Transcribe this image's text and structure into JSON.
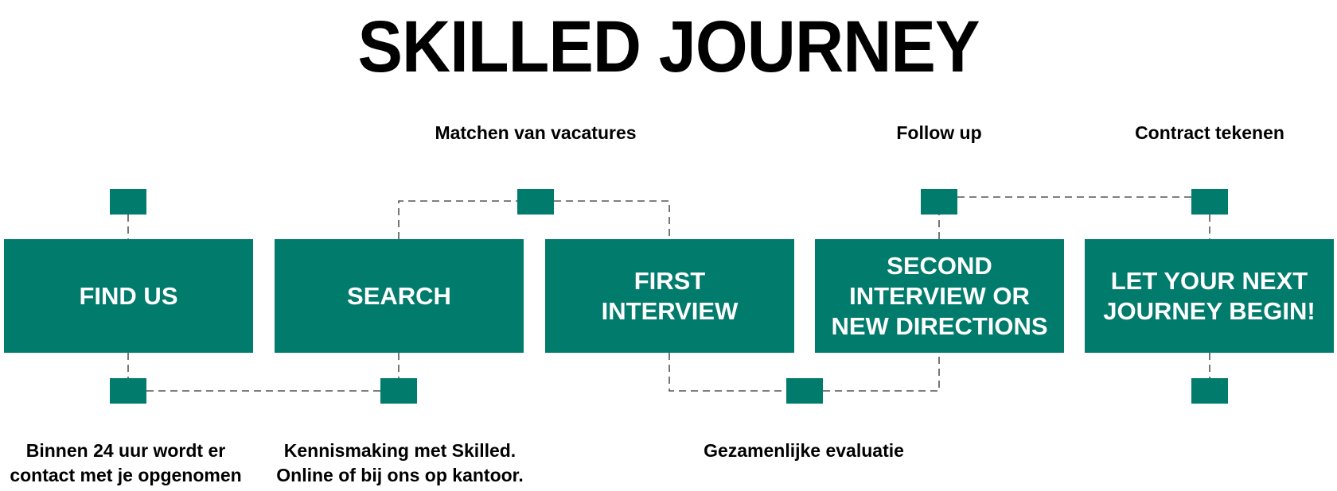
{
  "title": "SKILLED JOURNEY",
  "steps": [
    {
      "label": "FIND US"
    },
    {
      "label": "SEARCH"
    },
    {
      "label": "FIRST\nINTERVIEW"
    },
    {
      "label": "SECOND\nINTERVIEW OR\nNEW DIRECTIONS"
    },
    {
      "label": "LET YOUR NEXT\nJOURNEY BEGIN!"
    }
  ],
  "top_labels": [
    {
      "text": "Matchen van vacatures"
    },
    {
      "text": "Follow up"
    },
    {
      "text": "Contract tekenen"
    }
  ],
  "bottom_labels": [
    {
      "text": "Binnen 24 uur wordt er\ncontact met je opgenomen"
    },
    {
      "text": "Kennismaking met Skilled.\nOnline of bij ons op kantoor."
    },
    {
      "text": "Gezamenlijke evaluatie"
    }
  ],
  "colors": {
    "accent": "#017b6c",
    "connector": "#555555",
    "text": "#000000",
    "background": "#ffffff"
  }
}
